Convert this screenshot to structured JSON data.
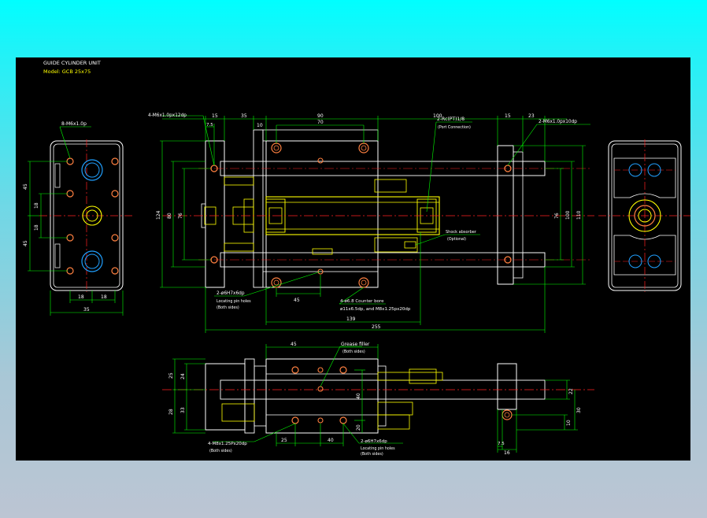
{
  "title": {
    "line1": "GUIDE CYLINDER UNIT",
    "line2": "Model: GCB 25x75"
  },
  "colors": {
    "background_top": "#00ffff",
    "background_bottom": "#bcc5d3",
    "canvas": "#000000",
    "outline": "#ffffff",
    "dimension": "#00ff00",
    "geometry": "#ffff00",
    "center": "#ff2020",
    "hole": "#ff8040",
    "bore": "#20a0ff"
  },
  "annotations": {
    "tap_left": "8-M6x1.0p",
    "tap_top": "4-M6x1.0px12dp",
    "port": "2-Rc(PT)1/8",
    "port_sub": "(Port Connection)",
    "tap_right": "2-M6x1.0px10dp",
    "shock": "Shock absorber",
    "shock_sub": "(Optional)",
    "pin_front": "2-ø6H7x6dp",
    "pin_front_sub": "Locating pin holes",
    "pin_front_sub2": "(Both sides)",
    "cbore": "4-ø6.8 Counter bore",
    "cbore_sub": "ø11x6.5dp, and M8x1.25px20dp",
    "grease": "Grease filler",
    "grease_sub": "(Both sides)",
    "tap_bottom": "4-M8x1.25Px20dp",
    "tap_bottom_sub": "(Both sides)",
    "pin_bottom": "2-ø6H7x6dp",
    "pin_bottom_sub": "Locating pin holes",
    "pin_bottom_sub2": "(Both sides)"
  },
  "dims": {
    "d15a": "15",
    "d35": "35",
    "d10": "10",
    "d90": "90",
    "d100": "100",
    "d15b": "15",
    "d23": "23",
    "d7_5": "7.5",
    "d70": "70",
    "d124": "124",
    "d80": "80",
    "d76": "76",
    "d100r": "100",
    "d110r": "110",
    "d76r": "76",
    "d45": "45",
    "d139": "139",
    "d255": "255",
    "l45": "45",
    "l18a": "18",
    "l18b": "18",
    "l45b": "45",
    "l18c": "18",
    "l18d": "18",
    "l35": "35",
    "b45": "45",
    "b25": "25",
    "b24": "24",
    "b33": "33",
    "b28": "28",
    "b40": "40",
    "b20": "20",
    "b25h": "25",
    "b40h": "40",
    "b22": "22",
    "b30": "30",
    "b10": "10",
    "b7_5": "7.5",
    "b16": "16"
  }
}
